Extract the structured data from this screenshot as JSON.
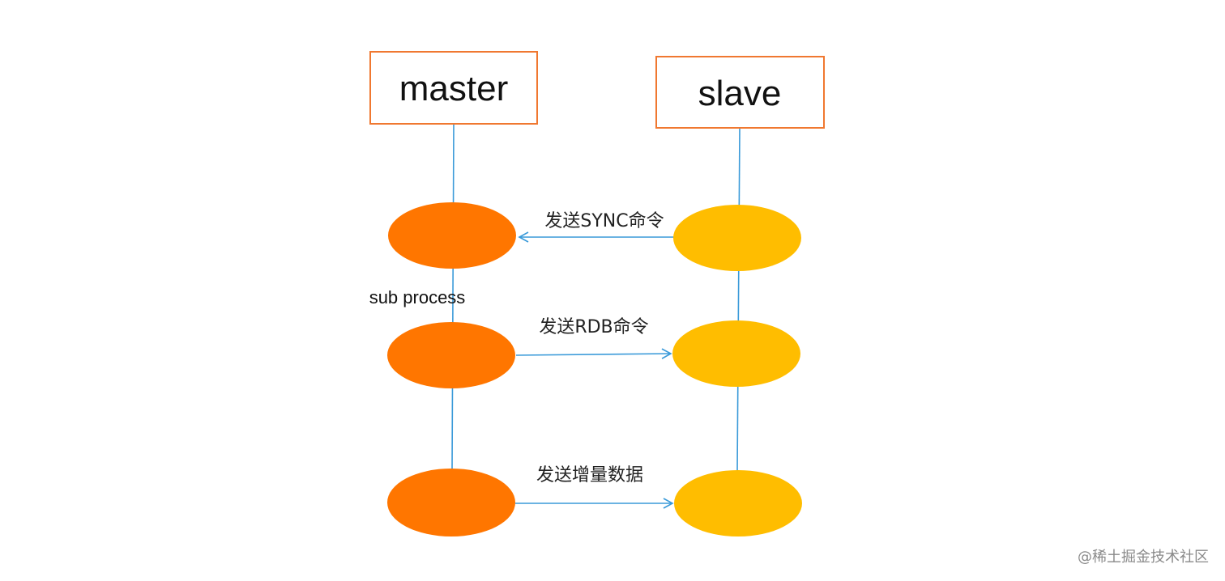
{
  "nodes": {
    "master": {
      "label": "master"
    },
    "slave": {
      "label": "slave"
    }
  },
  "annotations": {
    "sub_process": "sub process"
  },
  "messages": [
    {
      "label": "发送SYNC命令",
      "direction": "slave-to-master"
    },
    {
      "label": "发送RDB命令",
      "direction": "master-to-slave"
    },
    {
      "label": "发送增量数据",
      "direction": "master-to-slave"
    }
  ],
  "watermark": "@稀土掘金技术社区",
  "colors": {
    "box_border": "#f07830",
    "lifeline": "#3a9ad9",
    "master_node": "#ff7600",
    "slave_node": "#ffbd00",
    "arrow": "#3a9ad9"
  }
}
